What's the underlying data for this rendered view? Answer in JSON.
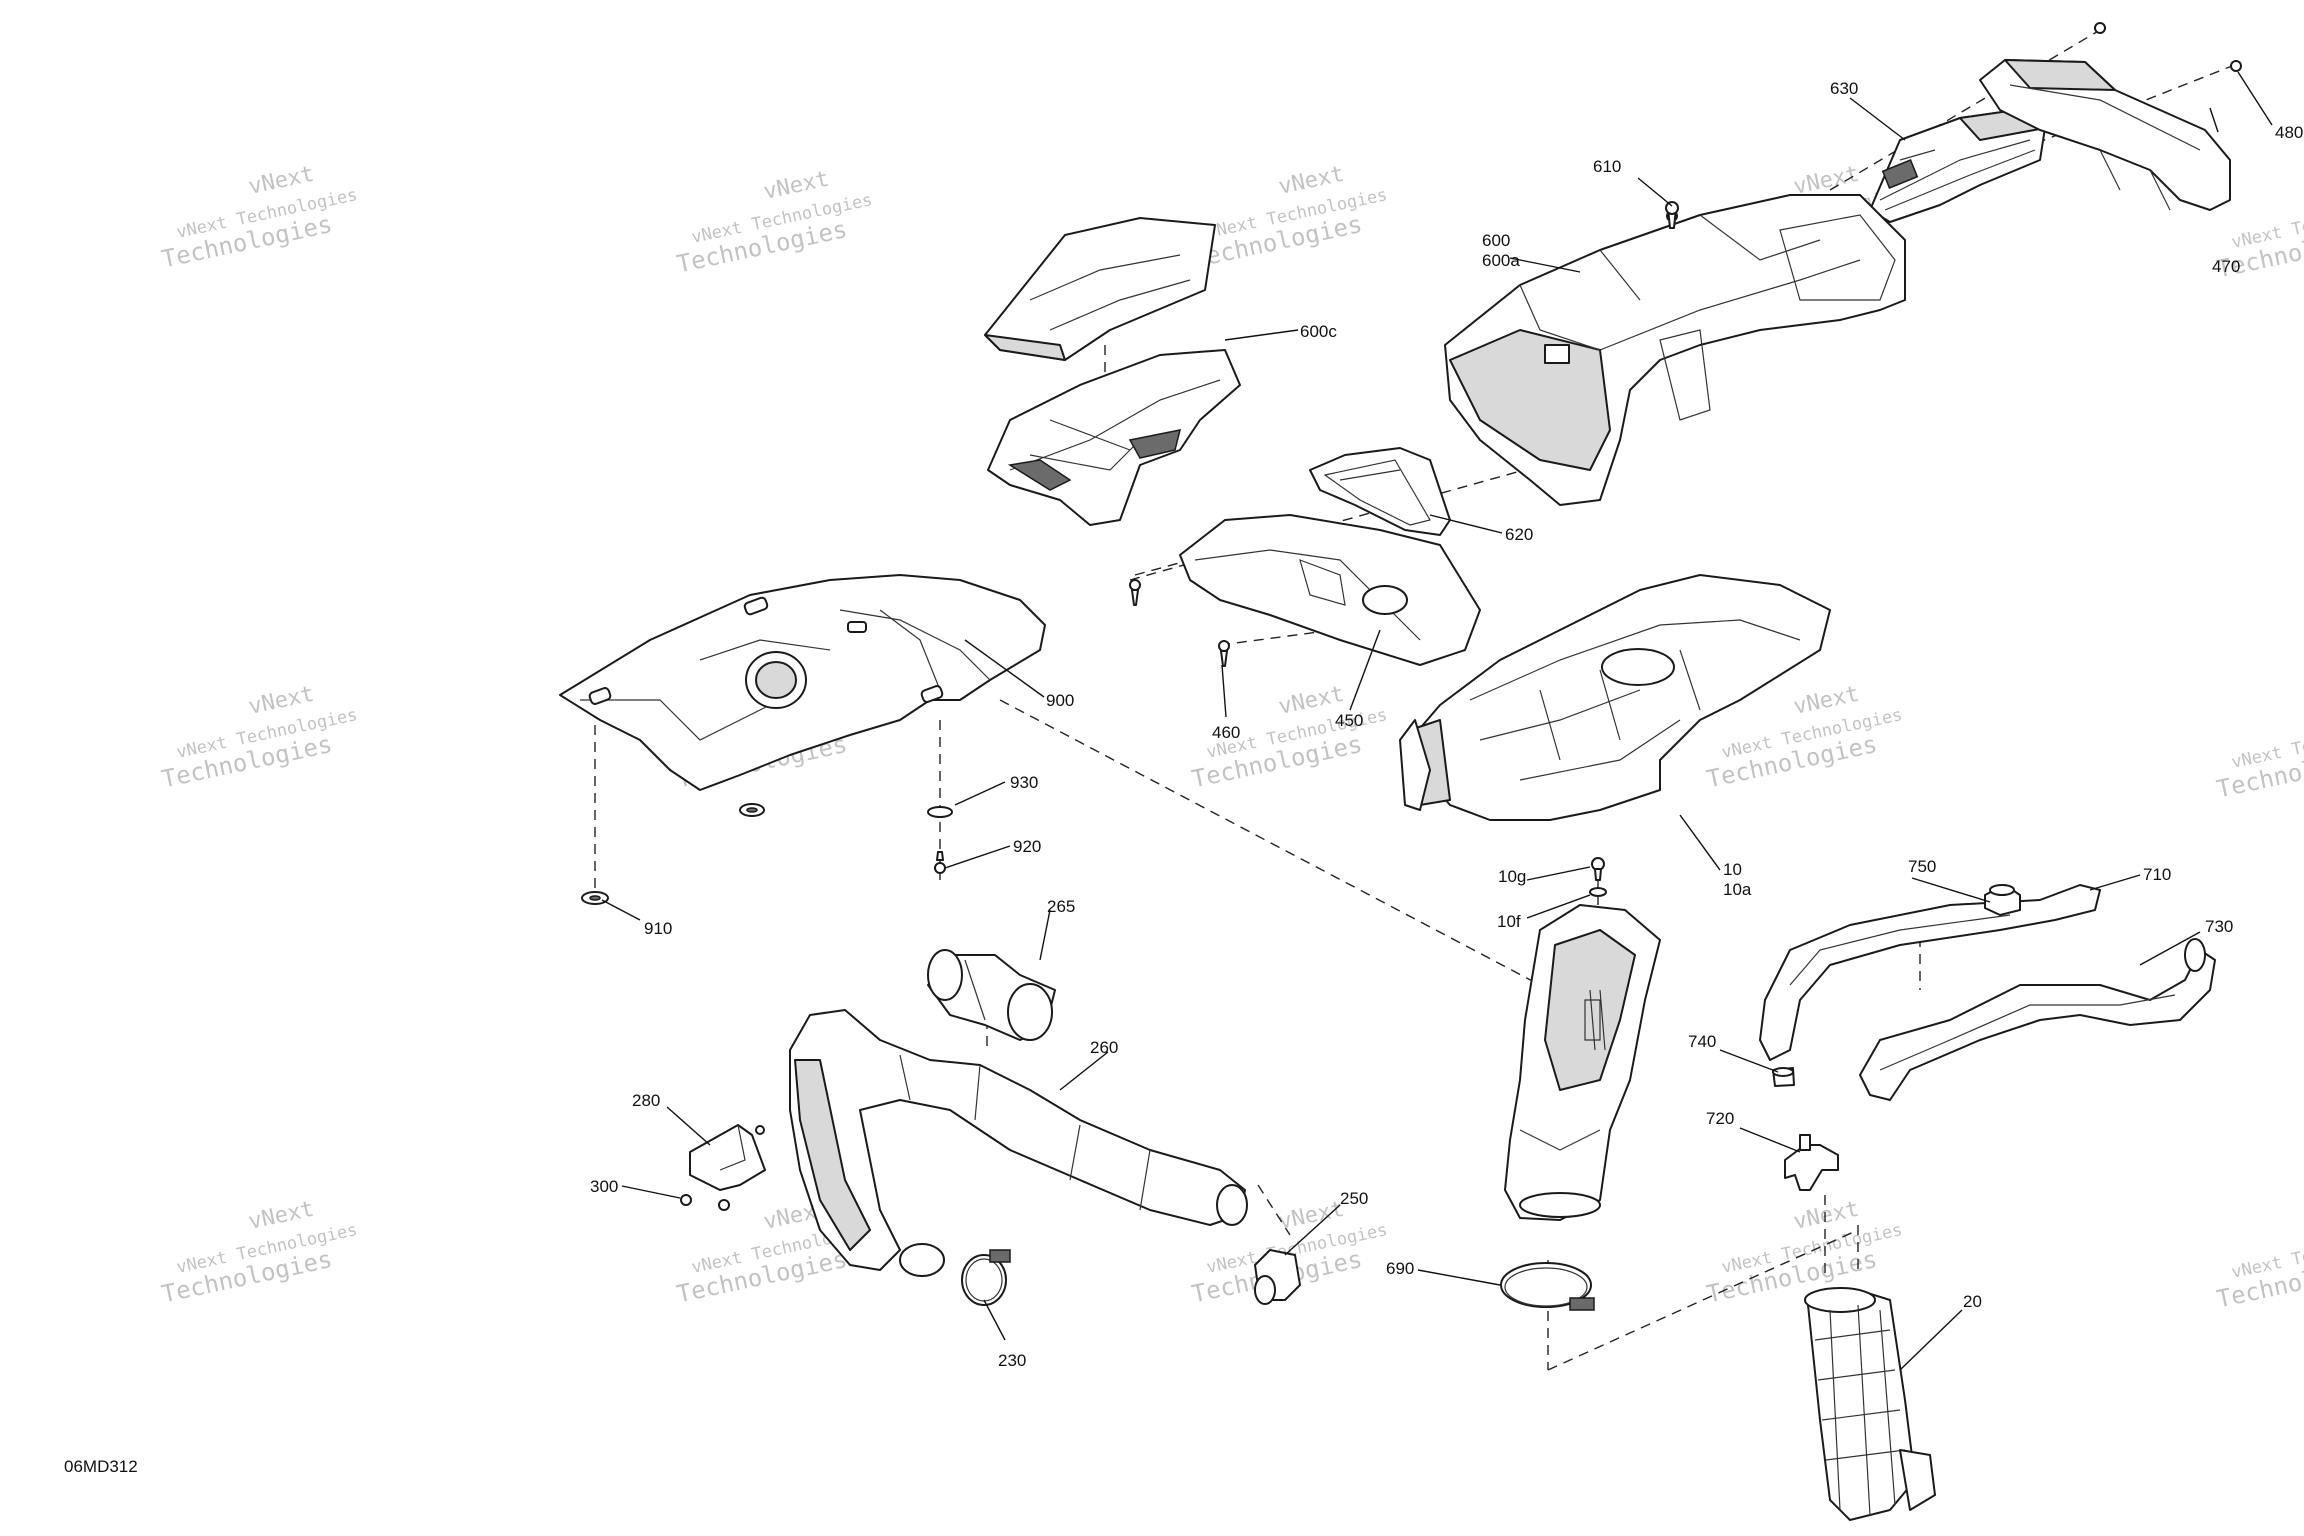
{
  "diagram_code": "06MD312",
  "watermark": {
    "line1": "vNext",
    "line2": "vNext Technologies",
    "line3": "Technologies"
  },
  "callouts": {
    "c630": "630",
    "c480": "480",
    "c470": "470",
    "c610": "610",
    "c600": "600",
    "c600a": "600a",
    "c600c": "600c",
    "c620": "620",
    "c900": "900",
    "c460": "460",
    "c450": "450",
    "c930": "930",
    "c920": "920",
    "c910": "910",
    "c10": "10",
    "c10a": "10a",
    "c10g": "10g",
    "c10f": "10f",
    "c750": "750",
    "c710": "710",
    "c730": "730",
    "c265": "265",
    "c260": "260",
    "c280": "280",
    "c300": "300",
    "c740": "740",
    "c720": "720",
    "c250": "250",
    "c690": "690",
    "c230": "230",
    "c20": "20"
  }
}
